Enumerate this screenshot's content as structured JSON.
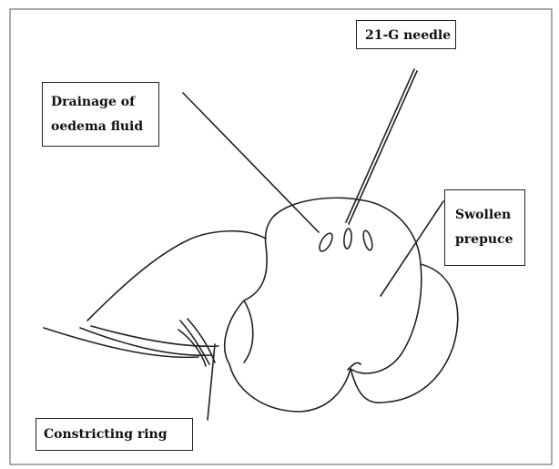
{
  "labels": {
    "needle": "21-G needle",
    "drainage_line1": "Drainage of",
    "drainage_line2": "oedema fluid",
    "prepuce_line1": "Swollen",
    "prepuce_line2": "prepuce",
    "ring": "Constricting ring"
  },
  "colors": {
    "stroke": "#222222",
    "background": "#ffffff"
  }
}
